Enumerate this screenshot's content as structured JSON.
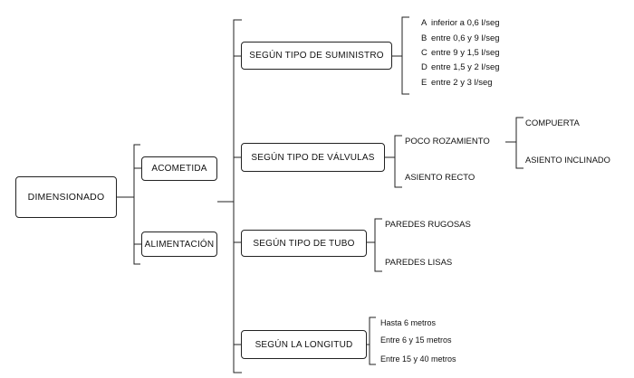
{
  "root": "DIMENSIONADO",
  "branches": [
    "ACOMETIDA",
    "ALIMENTACIÓN"
  ],
  "suministro": {
    "title": "SEGÚN TIPO DE SUMINISTRO",
    "items": [
      {
        "letter": "A",
        "text": "inferior a 0,6 l/seg"
      },
      {
        "letter": "B",
        "text": "entre 0,6 y 9 l/seg"
      },
      {
        "letter": "C",
        "text": "entre 9 y 1,5 l/seg"
      },
      {
        "letter": "D",
        "text": "entre 1,5 y 2 l/seg"
      },
      {
        "letter": "E",
        "text": "entre 2 y 3 l/seg"
      }
    ]
  },
  "valvulas": {
    "title": "SEGÚN TIPO DE VÁLVULAS",
    "poco": "POCO ROZAMIENTO",
    "asiento_recto": "ASIENTO RECTO",
    "compuerta": "COMPUERTA",
    "asiento_inclinado": "ASIENTO INCLINADO"
  },
  "tubo": {
    "title": "SEGÚN TIPO DE TUBO",
    "items": [
      "PAREDES RUGOSAS",
      "PAREDES LISAS"
    ]
  },
  "longitud": {
    "title": "SEGÚN LA LONGITUD",
    "items": [
      "Hasta 6 metros",
      "Entre 6 y 15 metros",
      "Entre 15 y 40 metros"
    ]
  }
}
